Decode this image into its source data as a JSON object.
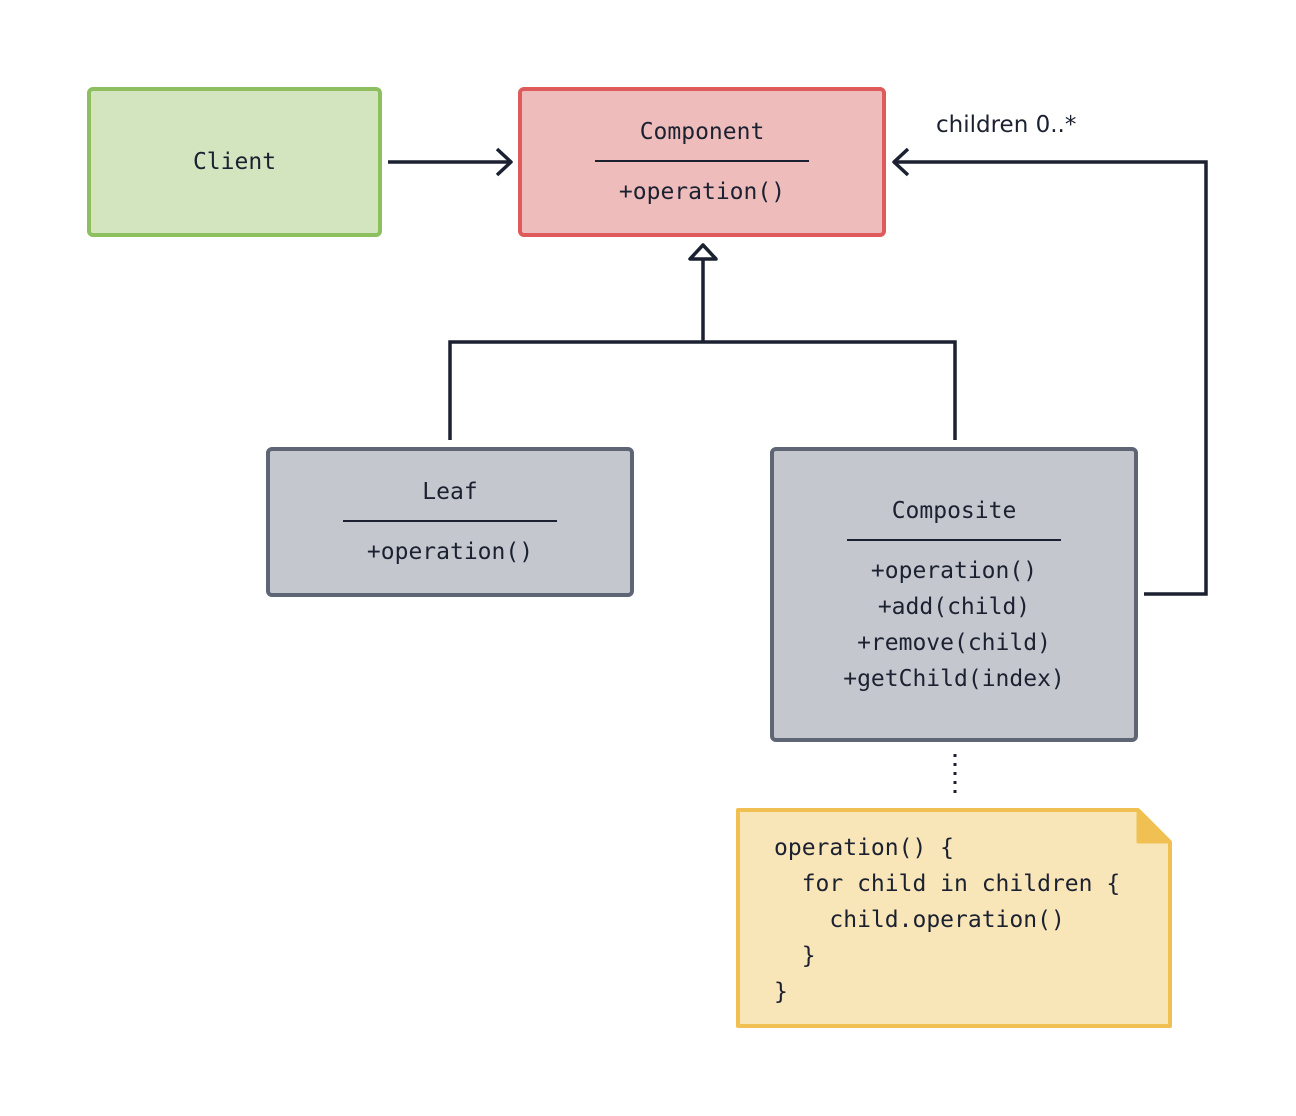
{
  "diagram": {
    "client": {
      "name": "Client"
    },
    "component": {
      "name": "Component",
      "methods": [
        "+operation()"
      ]
    },
    "leaf": {
      "name": "Leaf",
      "methods": [
        "+operation()"
      ]
    },
    "composite": {
      "name": "Composite",
      "methods": [
        "+operation()",
        "+add(child)",
        "+remove(child)",
        "+getChild(index)"
      ]
    },
    "aggregation_label": "children 0..*",
    "note": {
      "lines": [
        "operation() {",
        "  for child in children {",
        "    child.operation()",
        "  }",
        "}"
      ]
    }
  },
  "colors": {
    "client_fill": "#d3e5bf",
    "client_border": "#8dbf5e",
    "component_fill": "#efbcbc",
    "component_border": "#df5b5b",
    "class_fill": "#c4c7ce",
    "class_border": "#5e6676",
    "note_fill": "#f9e6b8",
    "note_border": "#f0c152",
    "line": "#1b2130"
  }
}
